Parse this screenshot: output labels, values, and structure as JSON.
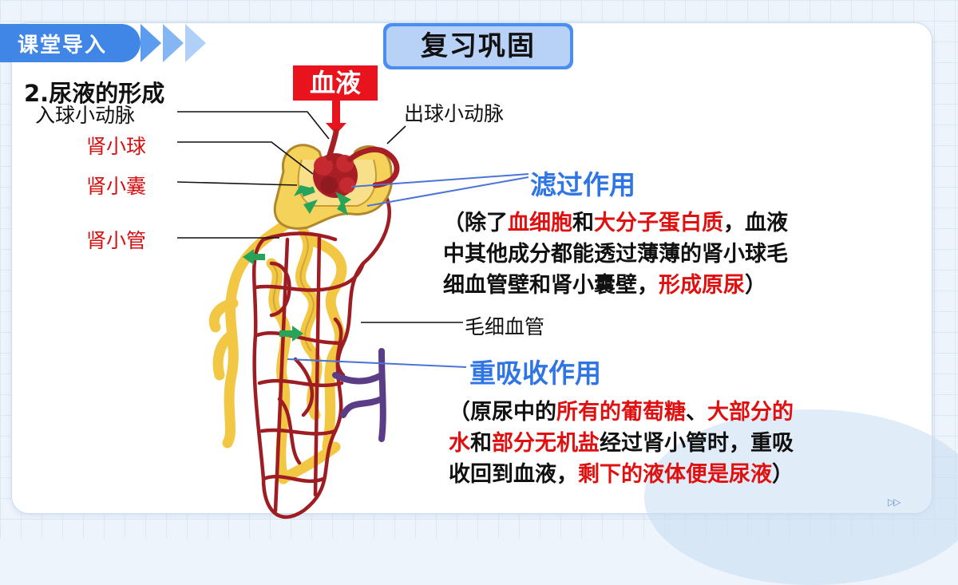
{
  "banner": {
    "label": "课堂导入"
  },
  "title": "复习巩固",
  "section_heading": "2.尿液的形成",
  "blood_label": "血液",
  "labels": {
    "afferent": "入球小动脉",
    "efferent": "出球小动脉",
    "glomerulus": "肾小球",
    "capsule": "肾小囊",
    "tubule": "肾小管",
    "capillary": "毛细血管"
  },
  "filtration": {
    "heading": "滤过作用",
    "lines": [
      [
        {
          "t": "（除了",
          "red": false
        },
        {
          "t": "血细胞",
          "red": true
        },
        {
          "t": "和",
          "red": false
        },
        {
          "t": "大分子蛋白质",
          "red": true
        },
        {
          "t": "，血液",
          "red": false
        }
      ],
      [
        {
          "t": "中其他成分都能透过薄薄的肾小球毛",
          "red": false
        }
      ],
      [
        {
          "t": "细血管壁和肾小囊壁，",
          "red": false
        },
        {
          "t": "形成原尿",
          "red": true
        },
        {
          "t": "）",
          "red": false
        }
      ]
    ]
  },
  "reabsorption": {
    "heading": "重吸收作用",
    "lines": [
      [
        {
          "t": "（原尿中的",
          "red": false
        },
        {
          "t": "所有的葡萄糖",
          "red": true
        },
        {
          "t": "、",
          "red": false
        },
        {
          "t": "大部分的",
          "red": true
        }
      ],
      [
        {
          "t": "水",
          "red": true
        },
        {
          "t": "和",
          "red": false
        },
        {
          "t": "部分无机盐",
          "red": true
        },
        {
          "t": "经过肾小管时，重吸",
          "red": false
        }
      ],
      [
        {
          "t": "收回到血液，",
          "red": false
        },
        {
          "t": "剩下的液体便是尿液",
          "red": true
        },
        {
          "t": "）",
          "red": false
        }
      ]
    ]
  },
  "colors": {
    "accent_blue": "#3f86e6",
    "highlight_red": "#e01010",
    "vessel_red": "#9e1d22",
    "tubule_yellow": "#f2c744",
    "vein_purple": "#5a3d86",
    "arrow_green": "#27a35a"
  },
  "pager_icon": "▷▷"
}
